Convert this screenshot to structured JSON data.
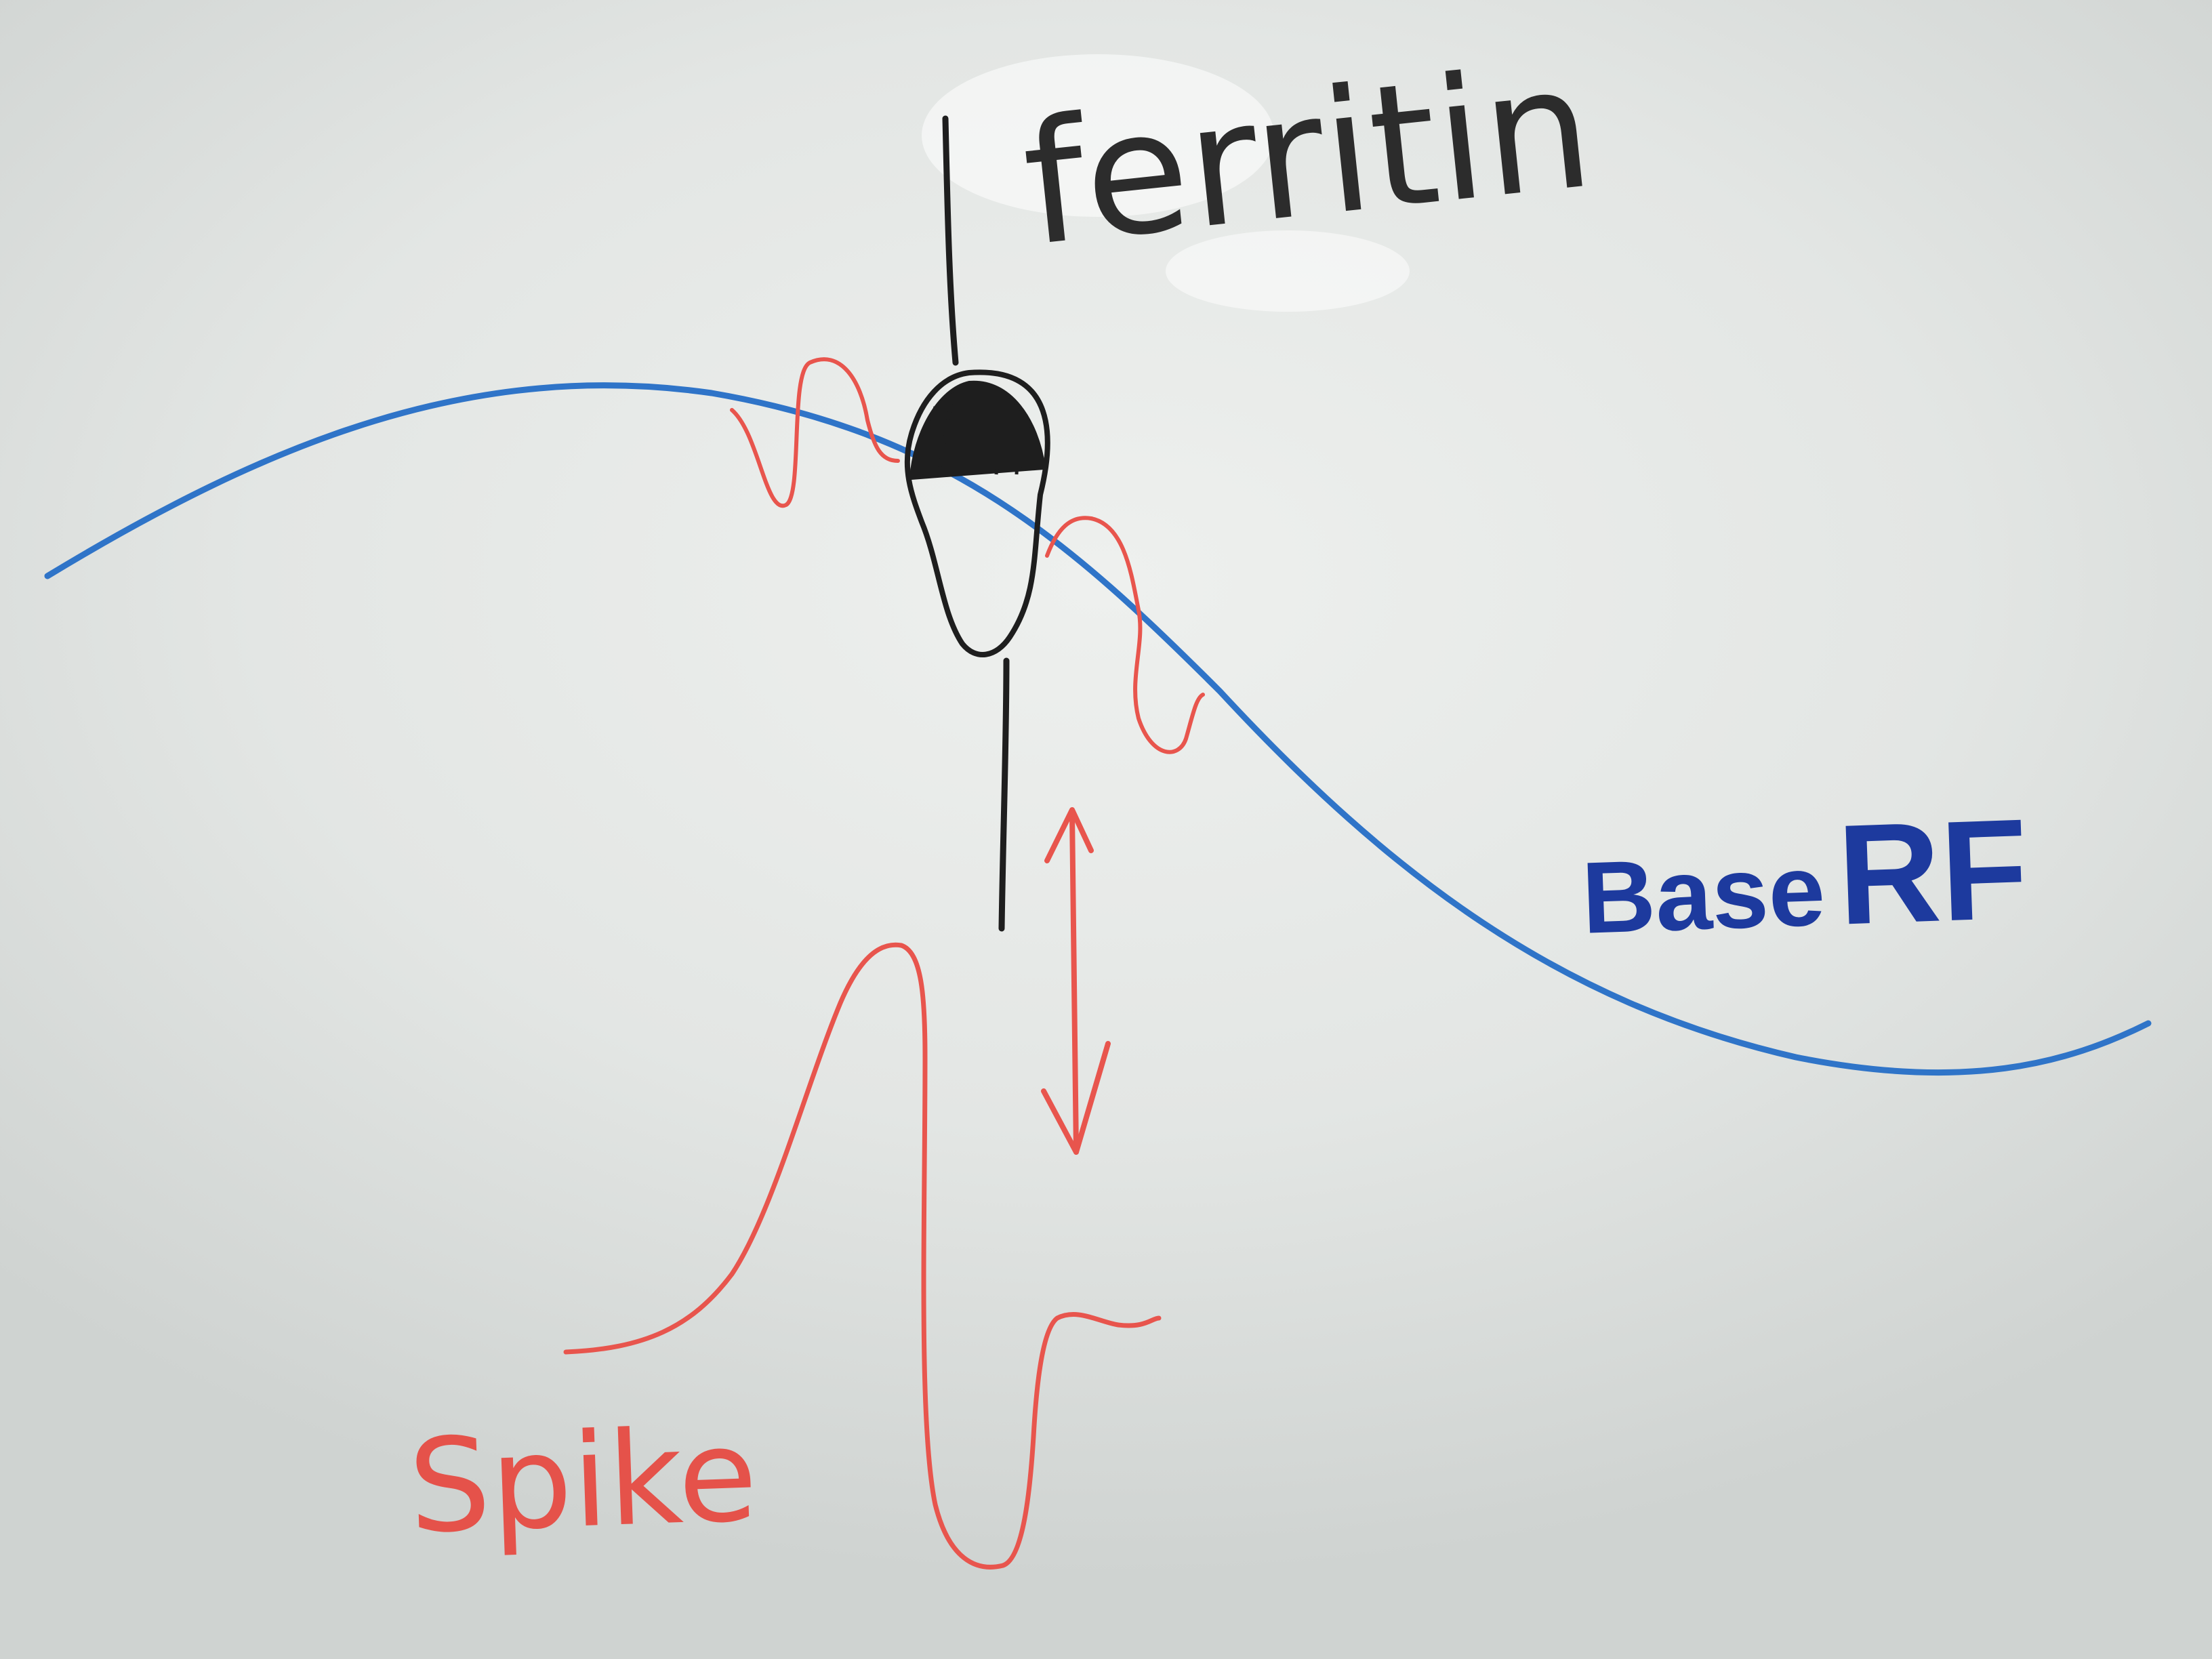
{
  "labels": {
    "ferritin": "ferritin",
    "base_rf_part1": "Base",
    "base_rf_part2": "RF",
    "spike": "Spike"
  },
  "colors": {
    "blue_curve": "#2f74c8",
    "blue_text": "#1d3a9e",
    "red_ink": "#e8554d",
    "black_ink": "#1e1e1e",
    "board": "#e3e6e4"
  },
  "elements": [
    "blue-curve-base-rf",
    "red-oscillation-left",
    "red-oscillation-right",
    "black-vertical-line-top",
    "black-vertical-line-bottom",
    "particle-oval",
    "particle-hatched-cap",
    "red-double-arrow",
    "red-spike-waveform"
  ]
}
